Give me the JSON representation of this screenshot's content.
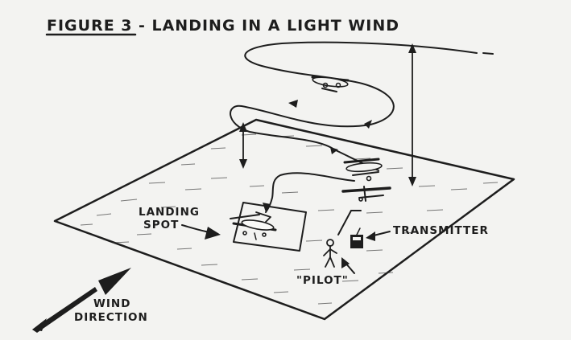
{
  "figure": {
    "title_number": "FIGURE 3",
    "title_rest": "- LANDING IN A LIGHT WIND"
  },
  "labels": {
    "landing_spot_line1": "LANDING",
    "landing_spot_line2": "SPOT",
    "transmitter": "TRANSMITTER",
    "pilot": "\"PILOT\"",
    "wind_line1": "WIND",
    "wind_line2": "DIRECTION"
  },
  "colors": {
    "paper": "#f3f3f1",
    "ink": "#1d1d1d"
  }
}
